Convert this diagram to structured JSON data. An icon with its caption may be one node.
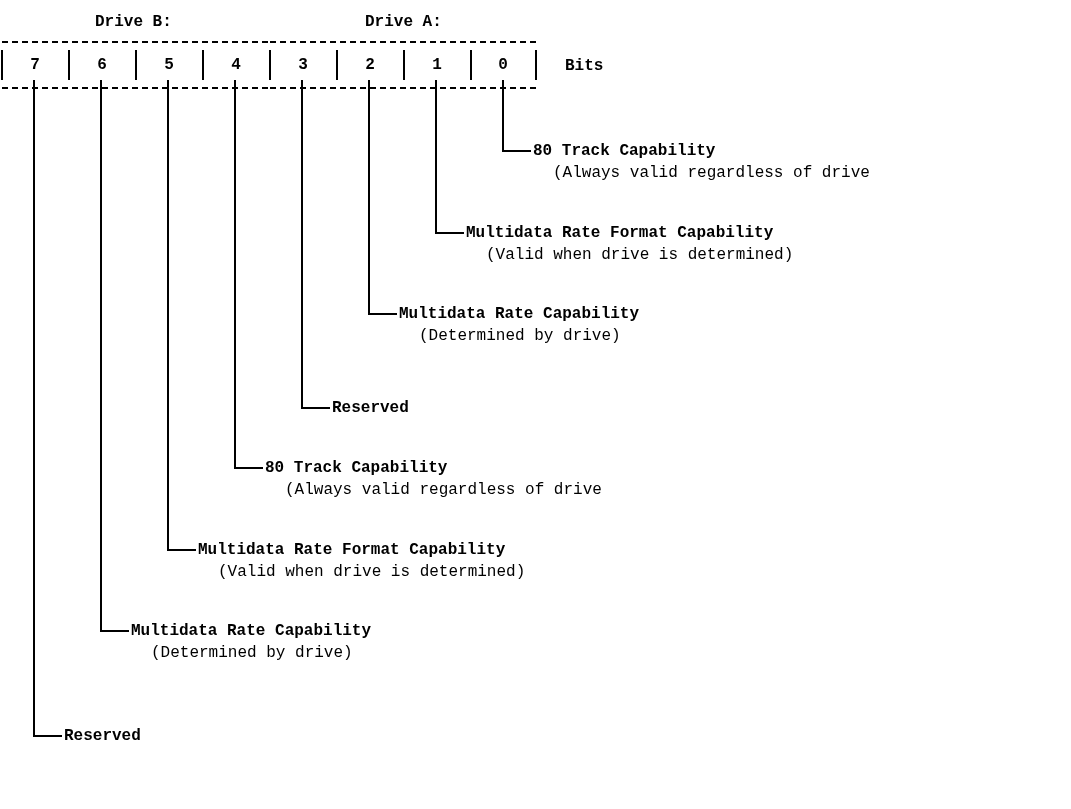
{
  "diagram": {
    "nodes": [
      {
        "text": [
          "7"
        ]
      },
      {
        "text": [
          "6"
        ]
      },
      {
        "text": [
          "5"
        ]
      },
      {
        "text": [
          "4"
        ]
      },
      {
        "text": [
          "3"
        ]
      },
      {
        "text": [
          "2"
        ]
      },
      {
        "text": [
          "1"
        ]
      },
      {
        "text": [
          "0"
        ]
      },
      {
        "text": [
          "80 Track Capability",
          "(Always valid regardless of drive"
        ]
      },
      {
        "text": [
          "Multidata Rate Format Capability",
          "(Valid when drive is determined)"
        ]
      },
      {
        "text": [
          "Multidata Rate Capability",
          "(Determined by drive)"
        ]
      },
      {
        "text": [
          "Reserved"
        ]
      },
      {
        "text": [
          "80 Track Capability",
          "(Always valid regardless of drive"
        ]
      },
      {
        "text": [
          "Multidata Rate Format Capability",
          "(Valid when drive is determined)"
        ]
      },
      {
        "text": [
          "Multidata Rate Capability",
          "(Determined by drive)"
        ]
      },
      {
        "text": [
          "Reserved"
        ]
      }
    ],
    "edges": [
      {
        "from": 7,
        "to": 8,
        "arrow": "none"
      },
      {
        "from": 6,
        "to": 9,
        "arrow": "none"
      },
      {
        "from": 5,
        "to": 10,
        "arrow": "none"
      },
      {
        "from": 4,
        "to": 11,
        "arrow": "none"
      },
      {
        "from": 3,
        "to": 12,
        "arrow": "none"
      },
      {
        "from": 2,
        "to": 13,
        "arrow": "none"
      },
      {
        "from": 1,
        "to": 14,
        "arrow": "none"
      },
      {
        "from": 0,
        "to": 15,
        "arrow": "none"
      }
    ],
    "labels": [
      "Drive B:",
      "Drive A:",
      "Bits"
    ]
  }
}
